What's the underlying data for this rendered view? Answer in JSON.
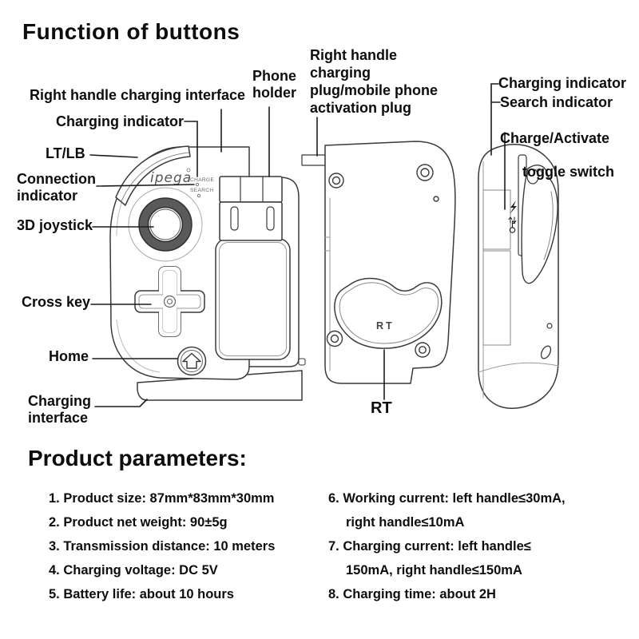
{
  "title": "Function of buttons",
  "colors": {
    "background": "#ffffff",
    "text": "#0d0d0d",
    "line_art": "#3a3a3a"
  },
  "callouts": {
    "right_handle_charging_interface": "Right handle charging interface",
    "charging_indicator_left": "Charging indicator",
    "lt_lb": "LT/LB",
    "connection_indicator": "Connection\nindicator",
    "joystick_3d": "3D joystick",
    "cross_key": "Cross key",
    "home": "Home",
    "charging_interface": "Charging\ninterface",
    "phone_holder": "Phone\nholder",
    "right_handle_plug": "Right handle\ncharging\nplug/mobile phone\nactivation plug",
    "charging_indicator_right": "Charging indicator",
    "search_indicator": "Search indicator",
    "charge_activate_line1": "Charge/Activate",
    "charge_activate_line2": "toggle switch",
    "rt": "RT"
  },
  "device_text": {
    "logo": "ipega",
    "charge_led_label": "CHARGE",
    "search_led_label": "SEARCH",
    "rt_button_label": "RT"
  },
  "icons": {
    "toggle_switch_symbols": [
      "lightning",
      "up-down-arrows",
      "key"
    ]
  },
  "parameters": {
    "heading": "Product parameters:",
    "left": [
      "1. Product size: 87mm*83mm*30mm",
      "2. Product net weight: 90±5g",
      "3. Transmission distance: 10 meters",
      "4. Charging voltage: DC 5V",
      "5. Battery life: about 10 hours"
    ],
    "right": [
      [
        "6. Working current: left handle≤30mA,",
        "right handle≤10mA"
      ],
      [
        "7. Charging current: left handle≤",
        "150mA, right handle≤150mA"
      ],
      [
        "8. Charging time: about 2H"
      ]
    ]
  }
}
